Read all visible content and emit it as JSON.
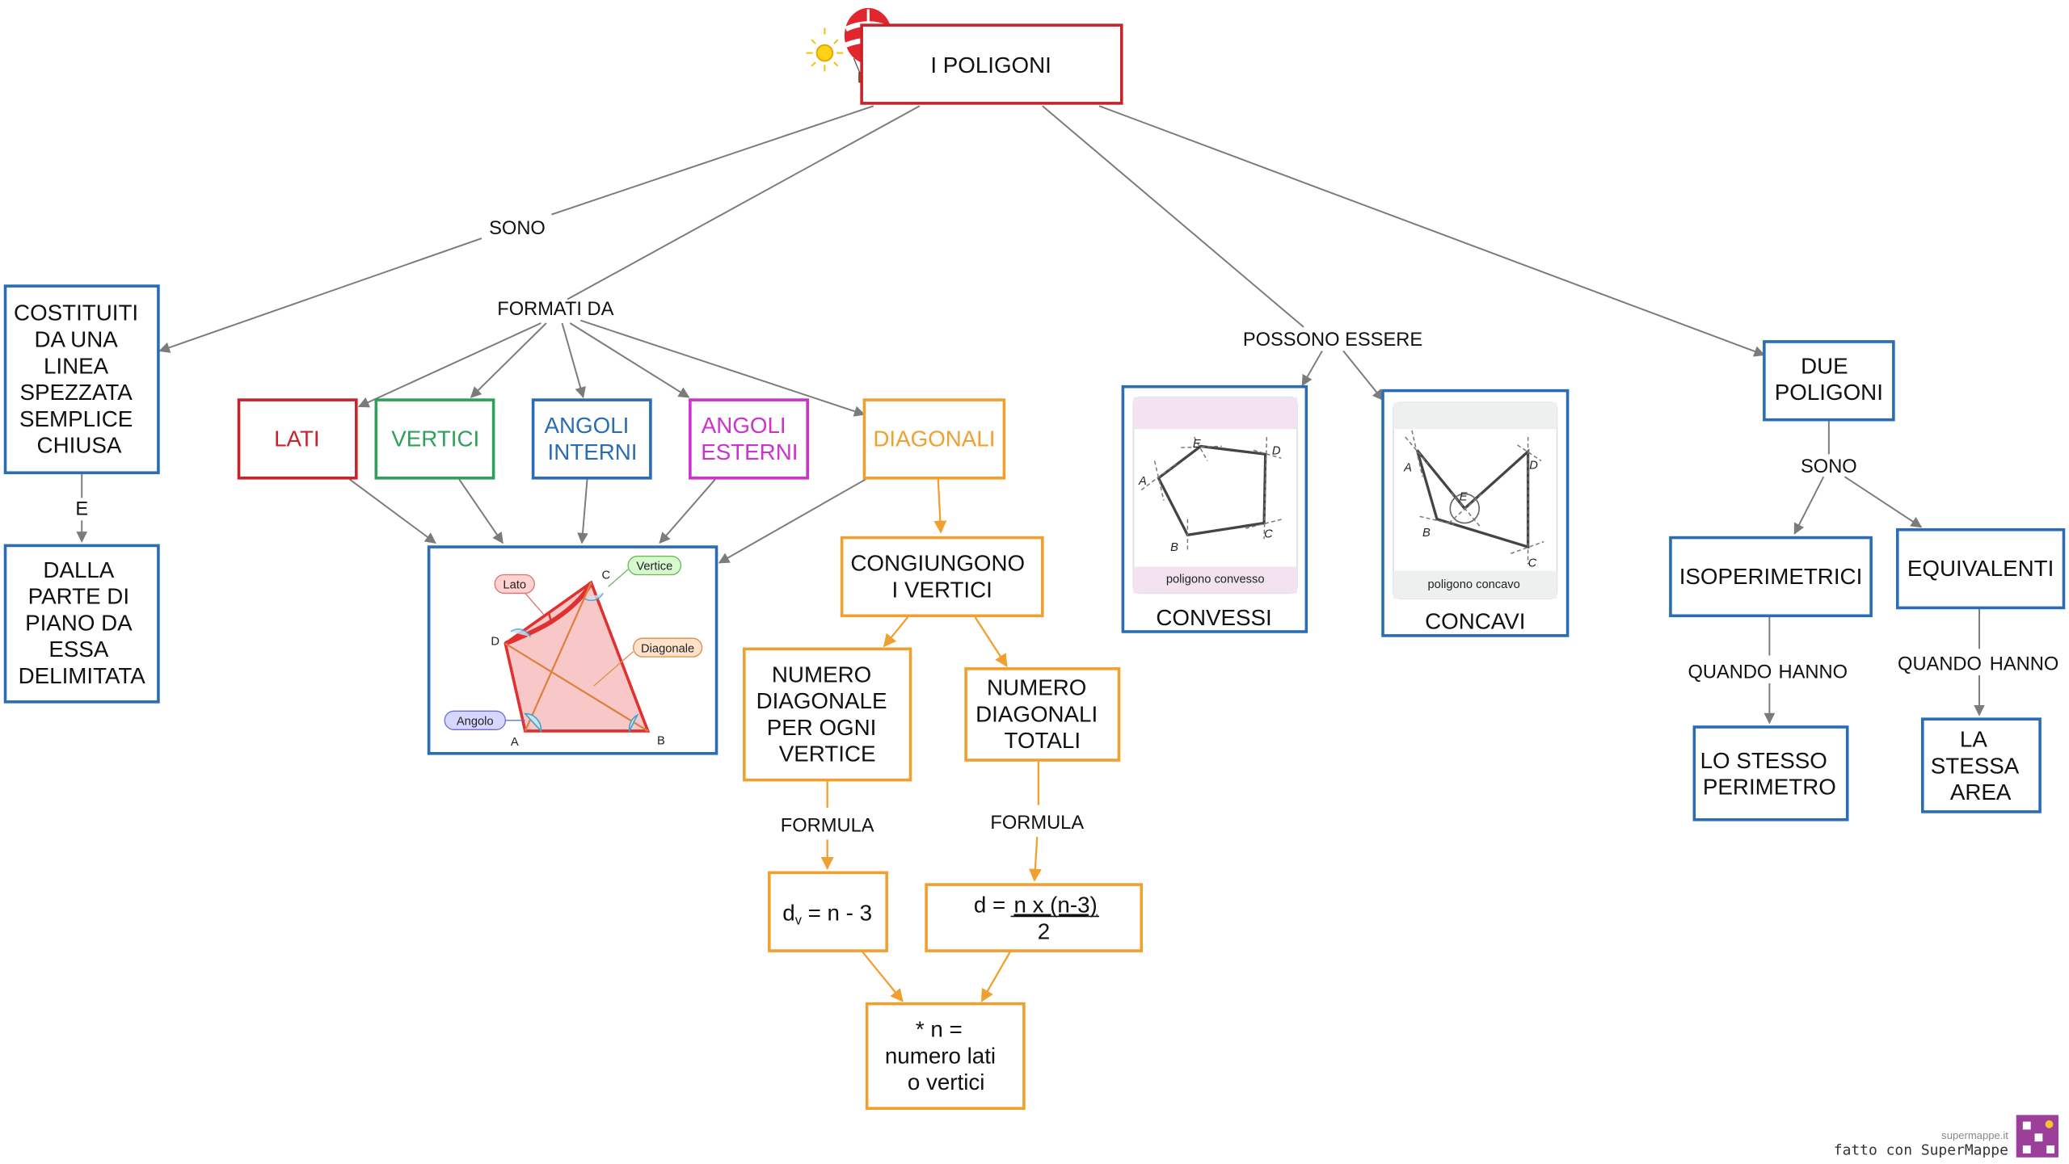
{
  "title": "I POLIGONI",
  "links": {
    "sono": "SONO",
    "formati_da": "FORMATI DA",
    "possono_essere": "POSSONO ESSERE",
    "e": "E",
    "formula_1": "FORMULA",
    "formula_2": "FORMULA",
    "sono_2": "SONO",
    "quando_1": "QUANDO",
    "hanno_1": "HANNO",
    "quando_2": "QUANDO",
    "hanno_2": "HANNO"
  },
  "nodes": {
    "costituiti": [
      "COSTITUITI",
      "DA UNA",
      "LINEA",
      "SPEZZATA",
      "SEMPLICE",
      "CHIUSA"
    ],
    "dalla_parte": [
      "DALLA",
      "PARTE DI",
      "PIANO DA",
      "ESSA",
      "DELIMITATA"
    ],
    "lati": "LATI",
    "vertici": "VERTICI",
    "angoli_interni": [
      "ANGOLI",
      "INTERNI"
    ],
    "angoli_esterni": [
      "ANGOLI",
      "ESTERNI"
    ],
    "diagonali": "DIAGONALI",
    "congiungono": [
      "CONGIUNGONO",
      "I VERTICI"
    ],
    "numero_diagonale": [
      "NUMERO",
      "DIAGONALE",
      "PER OGNI",
      "VERTICE"
    ],
    "numero_diagonali": [
      "NUMERO",
      "DIAGONALI",
      "TOTALI"
    ],
    "formula_dv": {
      "d": "d",
      "sub": "v",
      "rest": " = n - 3"
    },
    "formula_d": {
      "lhs": "d = ",
      "numerator": "n x (n-3)",
      "denominator": "2"
    },
    "n_note": [
      "* n =",
      "numero lati",
      "o vertici"
    ],
    "convessi": "CONVESSI",
    "concavi": "CONCAVI",
    "due_poligoni": [
      "DUE",
      "POLIGONI"
    ],
    "isoperimetrici": "ISOPERIMETRICI",
    "equivalenti": "EQUIVALENTI",
    "stesso_perimetro": [
      "LO STESSO",
      "PERIMETRO"
    ],
    "stessa_area": [
      "LA",
      "STESSA",
      "AREA"
    ]
  },
  "figure_polygon": {
    "lato": "Lato",
    "vertice": "Vertice",
    "diagonale": "Diagonale",
    "angolo": "Angolo",
    "A": "A",
    "B": "B",
    "C": "C",
    "D": "D"
  },
  "figure_convesso": {
    "caption": "poligono convesso",
    "A": "A",
    "B": "B",
    "C": "C",
    "D": "D",
    "E": "E"
  },
  "figure_concavo": {
    "caption": "poligono concavo",
    "A": "A",
    "B": "B",
    "C": "C",
    "D": "D",
    "E": "E"
  },
  "footer": {
    "site": "supermappe.it",
    "made_with": "fatto con SuperMappe"
  },
  "colors": {
    "red": "#c8232b",
    "blue": "#2a6db5",
    "green": "#2ea05a",
    "magenta": "#cc33cc",
    "orange": "#f0a030",
    "connector": "#7b7b7b",
    "brand": "#9b3f9a"
  }
}
